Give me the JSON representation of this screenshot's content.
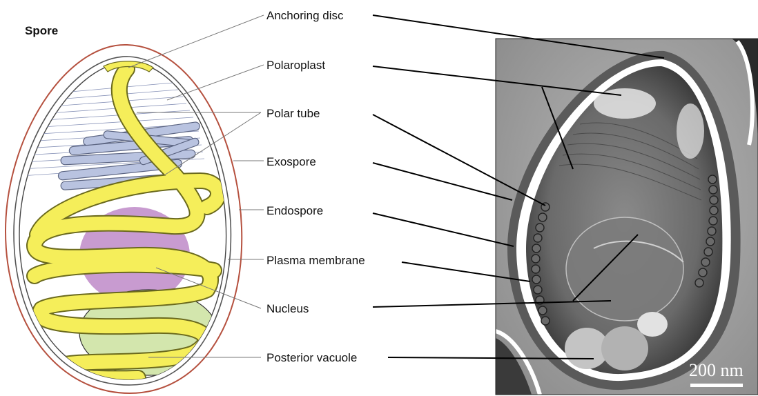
{
  "diagram": {
    "title": "Spore",
    "labels": [
      {
        "id": "anchoring",
        "text": "Anchoring disc"
      },
      {
        "id": "polaroplast",
        "text": "Polaroplast"
      },
      {
        "id": "polartube",
        "text": "Polar tube"
      },
      {
        "id": "exospore",
        "text": "Exospore"
      },
      {
        "id": "endospore",
        "text": "Endospore"
      },
      {
        "id": "plasma",
        "text": "Plasma membrane"
      },
      {
        "id": "nucleus",
        "text": "Nucleus"
      },
      {
        "id": "vacuole",
        "text": "Posterior vacuole"
      }
    ],
    "scale_bar": "200 nm",
    "colors": {
      "exospore_outline": "#b5503e",
      "polar_tube": "#f5ee5a",
      "polar_tube_edge": "#6b6a1e",
      "nucleus": "#c89bd0",
      "vacuole": "#d3e6ad",
      "polaroplast": "#b9c3e0",
      "micrograph_bg": "#aaaaaa"
    }
  }
}
